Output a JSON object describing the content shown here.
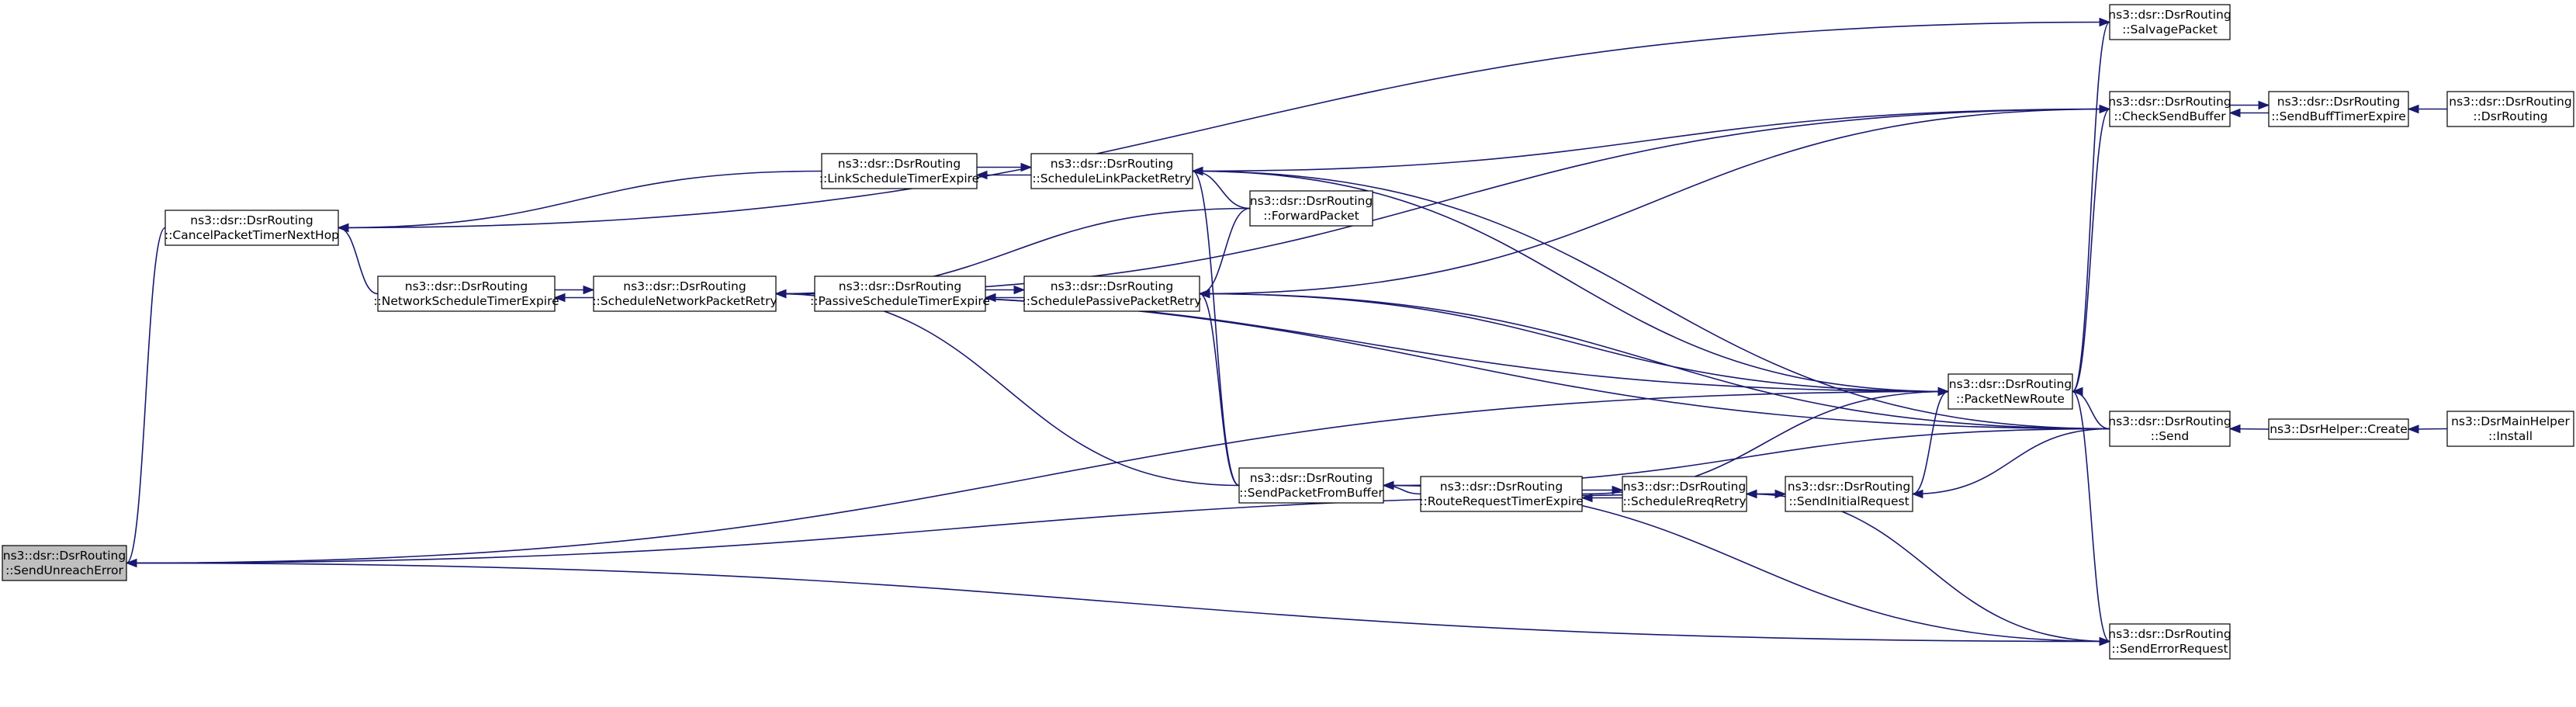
{
  "nodes": [
    {
      "id": "send_unreach_error",
      "line1": "ns3::dsr::DsrRouting",
      "line2": "::SendUnreachError",
      "root": true
    },
    {
      "id": "cancel_packet_timer_next_hop",
      "line1": "ns3::dsr::DsrRouting",
      "line2": "::CancelPacketTimerNextHop"
    },
    {
      "id": "network_schedule_timer_expire",
      "line1": "ns3::dsr::DsrRouting",
      "line2": "::NetworkScheduleTimerExpire"
    },
    {
      "id": "schedule_network_packet_retry",
      "line1": "ns3::dsr::DsrRouting",
      "line2": "::ScheduleNetworkPacketRetry"
    },
    {
      "id": "link_schedule_timer_expire",
      "line1": "ns3::dsr::DsrRouting",
      "line2": "::LinkScheduleTimerExpire"
    },
    {
      "id": "passive_schedule_timer_expire",
      "line1": "ns3::dsr::DsrRouting",
      "line2": "::PassiveScheduleTimerExpire"
    },
    {
      "id": "schedule_link_packet_retry",
      "line1": "ns3::dsr::DsrRouting",
      "line2": "::ScheduleLinkPacketRetry"
    },
    {
      "id": "schedule_passive_packet_retry",
      "line1": "ns3::dsr::DsrRouting",
      "line2": "::SchedulePassivePacketRetry"
    },
    {
      "id": "forward_packet",
      "line1": "ns3::dsr::DsrRouting",
      "line2": "::ForwardPacket"
    },
    {
      "id": "send_packet_from_buffer",
      "line1": "ns3::dsr::DsrRouting",
      "line2": "::SendPacketFromBuffer"
    },
    {
      "id": "route_request_timer_expire",
      "line1": "ns3::dsr::DsrRouting",
      "line2": "::RouteRequestTimerExpire"
    },
    {
      "id": "schedule_rreq_retry",
      "line1": "ns3::dsr::DsrRouting",
      "line2": "::ScheduleRreqRetry"
    },
    {
      "id": "send_initial_request",
      "line1": "ns3::dsr::DsrRouting",
      "line2": "::SendInitialRequest"
    },
    {
      "id": "packet_new_route",
      "line1": "ns3::dsr::DsrRouting",
      "line2": "::PacketNewRoute"
    },
    {
      "id": "salvage_packet",
      "line1": "ns3::dsr::DsrRouting",
      "line2": "::SalvagePacket"
    },
    {
      "id": "check_send_buffer",
      "line1": "ns3::dsr::DsrRouting",
      "line2": "::CheckSendBuffer"
    },
    {
      "id": "send",
      "line1": "ns3::dsr::DsrRouting",
      "line2": "::Send"
    },
    {
      "id": "send_error_request",
      "line1": "ns3::dsr::DsrRouting",
      "line2": "::SendErrorRequest"
    },
    {
      "id": "send_buff_timer_expire",
      "line1": "ns3::dsr::DsrRouting",
      "line2": "::SendBuffTimerExpire"
    },
    {
      "id": "dsr_routing",
      "line1": "ns3::dsr::DsrRouting",
      "line2": "::DsrRouting"
    },
    {
      "id": "dsr_helper_create",
      "line1": "ns3::DsrHelper::Create",
      "line2": ""
    },
    {
      "id": "dsr_main_helper_install",
      "line1": "ns3::DsrMainHelper",
      "line2": "::Install"
    }
  ],
  "edges": [
    {
      "from": "cancel_packet_timer_next_hop",
      "to": "send_unreach_error"
    },
    {
      "from": "salvage_packet",
      "to": "cancel_packet_timer_next_hop"
    },
    {
      "from": "link_schedule_timer_expire",
      "to": "cancel_packet_timer_next_hop"
    },
    {
      "from": "network_schedule_timer_expire",
      "to": "cancel_packet_timer_next_hop"
    },
    {
      "from": "schedule_network_packet_retry",
      "to": "network_schedule_timer_expire"
    },
    {
      "from": "network_schedule_timer_expire",
      "to": "schedule_network_packet_retry"
    },
    {
      "from": "check_send_buffer",
      "to": "schedule_network_packet_retry"
    },
    {
      "from": "forward_packet",
      "to": "schedule_network_packet_retry"
    },
    {
      "from": "passive_schedule_timer_expire",
      "to": "schedule_network_packet_retry"
    },
    {
      "from": "packet_new_route",
      "to": "schedule_network_packet_retry"
    },
    {
      "from": "send_packet_from_buffer",
      "to": "schedule_network_packet_retry"
    },
    {
      "from": "send",
      "to": "schedule_network_packet_retry"
    },
    {
      "from": "schedule_link_packet_retry",
      "to": "link_schedule_timer_expire"
    },
    {
      "from": "link_schedule_timer_expire",
      "to": "schedule_link_packet_retry"
    },
    {
      "from": "check_send_buffer",
      "to": "schedule_link_packet_retry"
    },
    {
      "from": "forward_packet",
      "to": "schedule_link_packet_retry"
    },
    {
      "from": "packet_new_route",
      "to": "schedule_link_packet_retry"
    },
    {
      "from": "send",
      "to": "schedule_link_packet_retry"
    },
    {
      "from": "send_packet_from_buffer",
      "to": "schedule_link_packet_retry"
    },
    {
      "from": "schedule_passive_packet_retry",
      "to": "passive_schedule_timer_expire"
    },
    {
      "from": "passive_schedule_timer_expire",
      "to": "schedule_passive_packet_retry"
    },
    {
      "from": "check_send_buffer",
      "to": "schedule_passive_packet_retry"
    },
    {
      "from": "forward_packet",
      "to": "schedule_passive_packet_retry"
    },
    {
      "from": "send",
      "to": "schedule_passive_packet_retry"
    },
    {
      "from": "packet_new_route",
      "to": "schedule_passive_packet_retry"
    },
    {
      "from": "send_packet_from_buffer",
      "to": "schedule_passive_packet_retry"
    },
    {
      "from": "route_request_timer_expire",
      "to": "send_packet_from_buffer"
    },
    {
      "from": "send",
      "to": "send_packet_from_buffer"
    },
    {
      "from": "send_error_request",
      "to": "send_packet_from_buffer"
    },
    {
      "from": "schedule_rreq_retry",
      "to": "route_request_timer_expire"
    },
    {
      "from": "route_request_timer_expire",
      "to": "schedule_rreq_retry"
    },
    {
      "from": "send_initial_request",
      "to": "schedule_rreq_retry"
    },
    {
      "from": "send_error_request",
      "to": "schedule_rreq_retry"
    },
    {
      "from": "send_unreach_error",
      "to": "send_initial_request"
    },
    {
      "from": "send",
      "to": "send_initial_request"
    },
    {
      "from": "send_unreach_error",
      "to": "packet_new_route"
    },
    {
      "from": "route_request_timer_expire",
      "to": "packet_new_route"
    },
    {
      "from": "send_initial_request",
      "to": "packet_new_route"
    },
    {
      "from": "send",
      "to": "packet_new_route"
    },
    {
      "from": "packet_new_route",
      "to": "salvage_packet"
    },
    {
      "from": "packet_new_route",
      "to": "check_send_buffer"
    },
    {
      "from": "packet_new_route",
      "to": "send_error_request"
    },
    {
      "from": "send_buff_timer_expire",
      "to": "check_send_buffer"
    },
    {
      "from": "check_send_buffer",
      "to": "send_buff_timer_expire"
    },
    {
      "from": "dsr_routing",
      "to": "send_buff_timer_expire"
    },
    {
      "from": "dsr_helper_create",
      "to": "send"
    },
    {
      "from": "dsr_main_helper_install",
      "to": "dsr_helper_create"
    },
    {
      "from": "send_unreach_error",
      "to": "send_error_request"
    }
  ]
}
